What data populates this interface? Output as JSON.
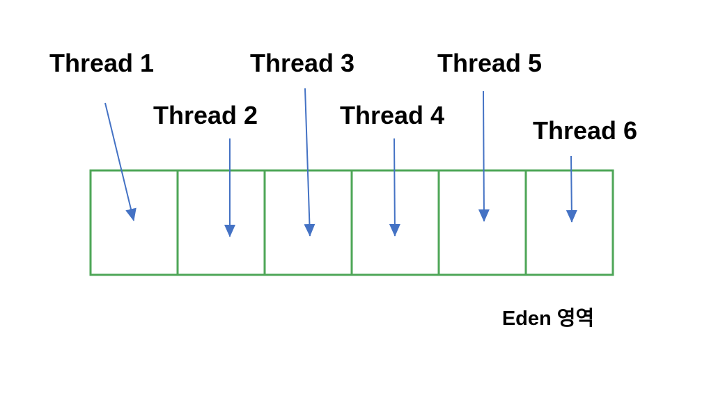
{
  "diagram": {
    "description": "Threads allocating into Eden region cells",
    "threads": [
      {
        "label": "Thread 1",
        "target_cell": 1
      },
      {
        "label": "Thread 2",
        "target_cell": 2
      },
      {
        "label": "Thread 3",
        "target_cell": 3
      },
      {
        "label": "Thread 4",
        "target_cell": 4
      },
      {
        "label": "Thread 5",
        "target_cell": 5
      },
      {
        "label": "Thread 6",
        "target_cell": 6
      }
    ],
    "region": {
      "label": "Eden 영역",
      "cell_count": 6
    },
    "colors": {
      "box_border": "#4ea657",
      "arrow": "#4472c4",
      "label_text": "#000000",
      "background": "#ffffff"
    }
  }
}
